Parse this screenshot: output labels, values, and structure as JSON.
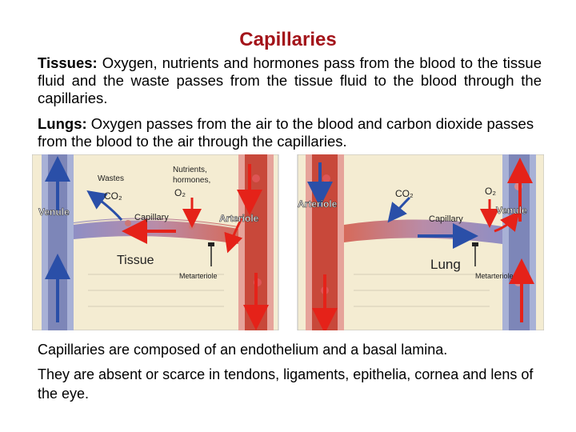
{
  "title": "Capillaries",
  "tissues": {
    "label": "Tissues:",
    "text": " Oxygen, nutrients and hormones pass from the blood to the tissue fluid and the waste passes from the tissue fluid to the blood through the capillaries."
  },
  "lungs": {
    "label": "Lungs:",
    "text": " Oxygen passes  from the air to the blood and carbon dioxide passes  from the blood to the air through the capillaries."
  },
  "figure_left": {
    "wastes": "Wastes",
    "co2": "CO₂",
    "nutrients_line1": "Nutrients,",
    "nutrients_line2": "hormones,",
    "o2": "O₂",
    "venule": "Venule",
    "arteriole": "Arteriole",
    "capillary": "Capillary",
    "tissue": "Tissue",
    "metarteriole": "Metarteriole"
  },
  "figure_right": {
    "arteriole": "Arteriole",
    "co2": "CO₂",
    "o2": "O₂",
    "capillary": "Capillary",
    "venule": "Venule",
    "lung": "Lung",
    "metarteriole": "Metarteriole"
  },
  "composition": "Capillaries are composed of an endothelium and a basal lamina.",
  "absence": "They are absent or scarce in tendons, ligaments, epithelia, cornea and lens of the eye.",
  "colors": {
    "title": "#a3141a",
    "arrow_red": "#e52219",
    "arrow_blue": "#2a4fa8",
    "vessel_red": "#c8483a",
    "vessel_blue": "#7d86b8",
    "panel_bg": "#f4ecd2"
  }
}
